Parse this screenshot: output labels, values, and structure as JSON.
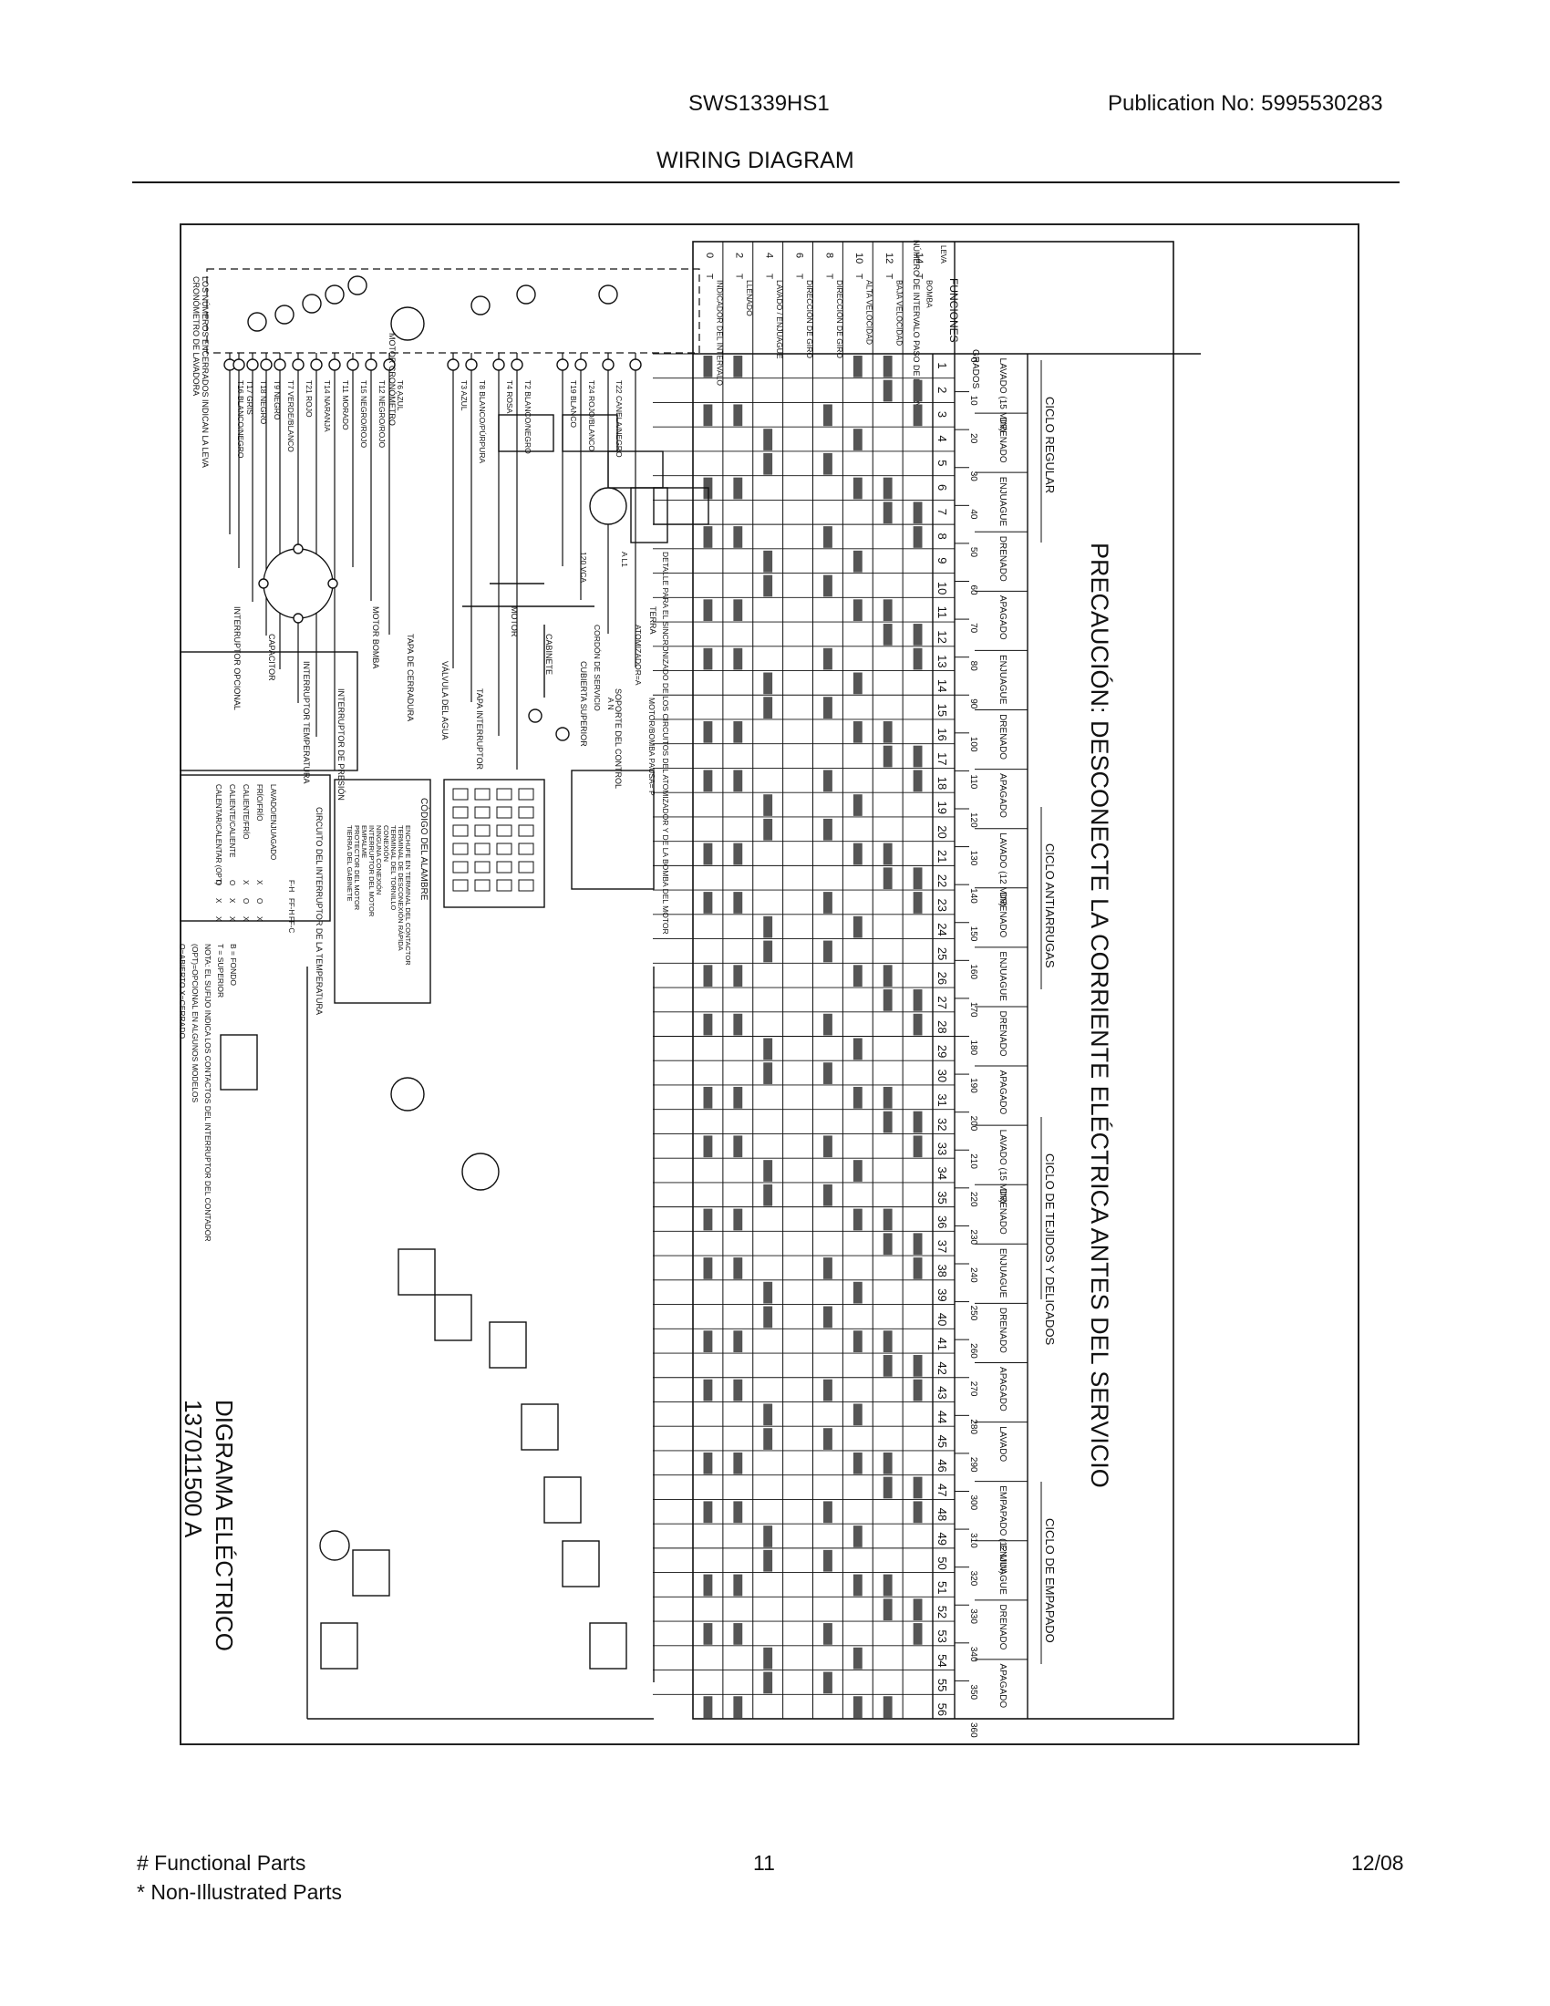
{
  "header": {
    "model": "SWS1339HS1",
    "publication": "Publication No:  5995530283",
    "title": "WIRING DIAGRAM"
  },
  "diagram": {
    "chart_heading": "PRECAUCIÓN: DESCONECTE LA CORRIENTE ELÉCTRICA ANTES DEL SERVICIO",
    "cycle_headers": [
      "CICLO REGULAR",
      "CICLO ANTIARRUGAS",
      "CICLO DE TEJIDOS Y DELICADOS",
      "CICLO DE EMPAPADO"
    ],
    "phases": [
      "LAVADO (15 MIN)",
      "DRENADO",
      "ENJUAGUE",
      "DRENADO",
      "APAGADO",
      "ENJUAGUE",
      "DRENADO",
      "APAGADO",
      "LAVADO (12 MIN)",
      "DRENADO",
      "ENJUAGUE",
      "DRENADO",
      "APAGADO",
      "LAVADO (15 MIN)",
      "DRENADO",
      "ENJUAGUE",
      "DRENADO",
      "APAGADO",
      "LAVADO",
      "EMPAPADO (12 MIN)",
      "ENJUAGUE",
      "DRENADO",
      "APAGADO"
    ],
    "degree_label": "GRADOS",
    "degrees": [
      "0",
      "10",
      "20",
      "30",
      "40",
      "50",
      "60",
      "70",
      "80",
      "90",
      "100",
      "110",
      "120",
      "130",
      "140",
      "150",
      "160",
      "170",
      "180",
      "190",
      "200",
      "210",
      "220",
      "230",
      "240",
      "250",
      "260",
      "270",
      "280",
      "290",
      "300",
      "310",
      "320",
      "330",
      "340",
      "350",
      "360"
    ],
    "interval_label": "NÚMERO DE INTERVALO PASO DE INTERVALO",
    "intervals": [
      "1",
      "2",
      "3",
      "4",
      "5",
      "6",
      "7",
      "8",
      "9",
      "10",
      "11",
      "12",
      "13",
      "14",
      "15",
      "16",
      "17",
      "18",
      "19",
      "20",
      "21",
      "22",
      "23",
      "24",
      "25",
      "26",
      "27",
      "28",
      "29",
      "30",
      "31",
      "32",
      "33",
      "34",
      "35",
      "36",
      "37",
      "38",
      "39",
      "40",
      "41",
      "42",
      "43",
      "44",
      "45",
      "46",
      "47",
      "48",
      "49",
      "50",
      "51",
      "52",
      "53",
      "54",
      "55",
      "56"
    ],
    "function_header": "FUNCIONES",
    "leva_header": "LEVA",
    "contacts_header": "CONTACTOS",
    "functions": [
      {
        "leva": "0",
        "contact": "T",
        "label": "INDICADOR DEL INTERVALO"
      },
      {
        "leva": "2",
        "contact": "T",
        "label": "LLENADO"
      },
      {
        "leva": "4",
        "contact": "T",
        "label": "LAVADO / ENJUAGUE"
      },
      {
        "leva": "6",
        "contact": "T",
        "label": "DIRECCIÓN DE GIRO"
      },
      {
        "leva": "8",
        "contact": "T",
        "label": "DIRECCIÓN DE GIRO"
      },
      {
        "leva": "10",
        "contact": "T",
        "label": "ALTA VELOCIDAD"
      },
      {
        "leva": "12",
        "contact": "T",
        "label": "BAJA VELOCIDAD"
      },
      {
        "leva": "14",
        "contact": "T",
        "label": "BOMBA"
      }
    ],
    "timer_labels": [
      "LOS NÚMEROS ENCERRADOS INDICAN LA LEVA",
      "CRONÓMETRO DE LAVADORA",
      "MOTOR CRONÓMETRO"
    ],
    "wires": [
      "T16 BLANCO/NEGRO",
      "T17 GRIS",
      "T18 NEGRO",
      "T9 NEGRO",
      "T7 VERDE/BLANCO",
      "T21 ROJO",
      "T14 NARANJA",
      "T11 MORADO",
      "T15 NEGRO/ROJO",
      "T12 NEGRO/ROJO",
      "T6 AZUL",
      "T3 AZUL",
      "T8 BLANCO/PÚRPURA",
      "T4 ROSA",
      "T2 BLANCO/NEGRO",
      "T19 BLANCO",
      "T24 ROJO/BLANCO",
      "T22 CANELA/NEGRO"
    ],
    "components": [
      "INTERRUPTOR OPCIONAL",
      "CAPACITOR",
      "INTERRUPTOR TEMPERATURA",
      "INTERRUPTOR DE PRESIÓN",
      "MOTOR BOMBA",
      "TAPA DE CERRADURA",
      "VÁLVULA DEL AGUA",
      "TAPA INTERRUPTOR",
      "MOTOR",
      "CABINETE",
      "CUBIERTA SUPERIOR",
      "SOPORTE DEL CONTROL",
      "TERRA"
    ],
    "misc_labels": [
      "120 VCA",
      "CORDÓN DE SERVICIO",
      "A N",
      "A L1",
      "ATOMIZADOR=A",
      "MOTOR/BOMBA PAUSA= P",
      "DETALLE PARA EL SINCRONIZADO DE LOS CIRCUITOS DEL ATOMIZADOR Y DE LA BOMBA DEL MOTOR"
    ],
    "legend_title": "CÓDIGO DEL ALAMBRE",
    "legend_items": [
      "ENCHUFE EN TERMINAL DEL CONTACTOR",
      "TERMINAL DE DESCONEXIÓN RÁPIDA",
      "TERMINAL DEL TORNILLO",
      "CONEXIÓN",
      "NINGUNA CONEXIÓN",
      "INTERRUPTOR DEL MOTOR",
      "EMPALME",
      "PROTECTOR DEL MOTOR",
      "TIERRA DEL GABINETE"
    ],
    "temp_table_title": "CIRCUITO DEL INTERRUPTOR DE LA TEMPERATURA",
    "temp_table_headers": [
      "",
      "F-H",
      "FF-H",
      "FF-C"
    ],
    "temp_table_rows": [
      [
        "LAVADO/ENJUAGADO",
        "",
        "",
        ""
      ],
      [
        "FRÍO/FRÍO",
        "X",
        "O",
        "X"
      ],
      [
        "CALIENTE/FRÍO",
        "X",
        "O",
        "X"
      ],
      [
        "CALIENTE/CALIENTE",
        "O",
        "X",
        "X"
      ],
      [
        "CALENTAR/CALENTAR (OPT)",
        "O",
        "X",
        "X"
      ]
    ],
    "notes": [
      "O=ABIERTO  X=CERRADO",
      "(OPT)=OPCIONAL EN ALGUNOS MODELOS",
      "NOTA: EL SUFIJO INDICA LOS CONTACTOS DEL INTERRUPTOR DEL CONTADOR",
      "T = SUPERIOR",
      "B = FONDO"
    ],
    "schematic_title": "DIGRAMA ELÉCTRICO",
    "part_number": "137011500 A"
  },
  "footer": {
    "functional": "# Functional Parts",
    "non_illustrated": "* Non-Illustrated Parts",
    "page": "11",
    "date": "12/08"
  }
}
